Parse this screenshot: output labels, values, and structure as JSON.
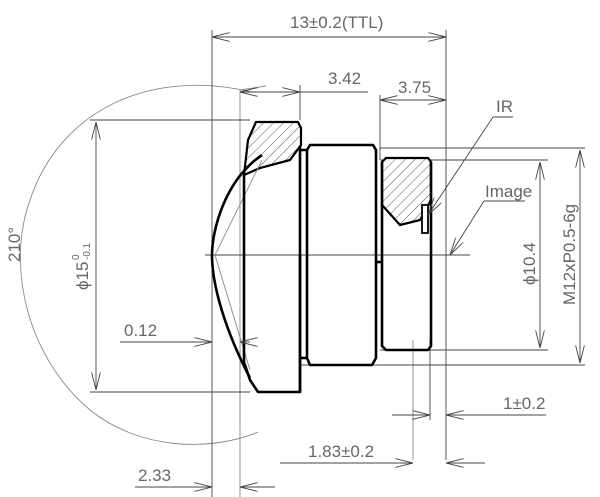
{
  "drawing": {
    "title": "Fisheye M12 lens mechanical drawing",
    "dimensions": {
      "ttl": "13±0.2(TTL)",
      "front_to_flange": "3.42",
      "thread_length": "3.75",
      "ir_label": "IR",
      "image_label": "Image",
      "field_of_view": "210°",
      "front_diameter_main": "ϕ15",
      "front_diameter_tol_upper": "0",
      "front_diameter_tol_lower": "-0.1",
      "rear_diameter": "ϕ10.4",
      "thread_spec": "M12xP0.5-6g",
      "sag": "0.12",
      "ir_to_image": "1±0.2",
      "bfl": "1.83±0.2",
      "front_protrusion": "2.33"
    },
    "colors": {
      "line": "#000000",
      "dimension_line": "#444444",
      "text": "#666666",
      "background": "#ffffff"
    }
  }
}
